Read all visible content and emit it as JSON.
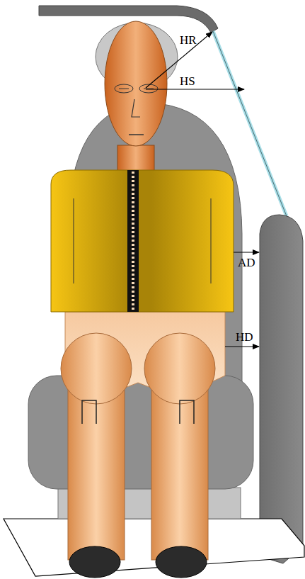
{
  "diagram": {
    "labels": [
      "HR",
      "HS",
      "AD",
      "HD"
    ]
  }
}
